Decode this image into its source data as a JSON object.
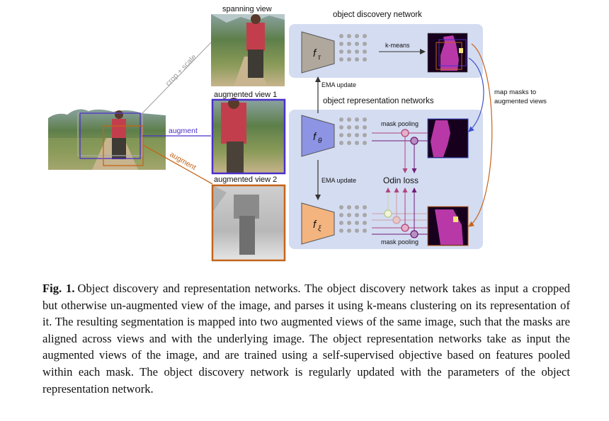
{
  "figure": {
    "labels": {
      "spanning_view": "spanning view",
      "augmented_view_1": "augmented view 1",
      "augmented_view_2": "augmented view 2",
      "crop_scale": "crop + scale",
      "augment_1": "augment",
      "augment_2": "augment",
      "object_discovery_network": "object discovery network",
      "object_representation_networks": "object representation networks",
      "k_means": "k-means",
      "ema_update_top": "EMA update",
      "ema_update_bottom": "EMA update",
      "map_masks_line1": "map masks to",
      "map_masks_line2": "augmented views",
      "mask_pooling_top": "mask pooling",
      "mask_pooling_bottom": "mask pooling",
      "odin_loss": "Odin loss",
      "f_tau": "f",
      "f_tau_sub": "τ",
      "f_theta": "f",
      "f_theta_sub": "θ",
      "f_xi": "f",
      "f_xi_sub": "ξ"
    },
    "colors": {
      "panel_bg": "#d4dcf1",
      "f_tau_fill": "#b0a89d",
      "f_theta_fill": "#8d94e4",
      "f_xi_fill": "#f3b47f",
      "augment_1": "#4b30c8",
      "augment_2": "#c5641a",
      "crop_line": "#a9a9a9",
      "mask_bg": "#17001d",
      "mask_person": "#b838a8",
      "loss_pink": "#b0447e",
      "loss_purple": "#6f1a78",
      "loss_light": "#c9a0a8"
    }
  },
  "caption": {
    "lead": "Fig. 1.",
    "text": "Object discovery and representation networks. The object discovery network takes as input a cropped but otherwise un-augmented view of the image, and parses it using k-means clustering on its representation of it. The resulting segmentation is mapped into two augmented views of the same image, such that the masks are aligned across views and with the underlying image. The object representation networks take as input the augmented views of the image, and are trained using a self-supervised objective based on features pooled within each mask. The object discovery network is regularly updated with the parameters of the object representation network."
  }
}
